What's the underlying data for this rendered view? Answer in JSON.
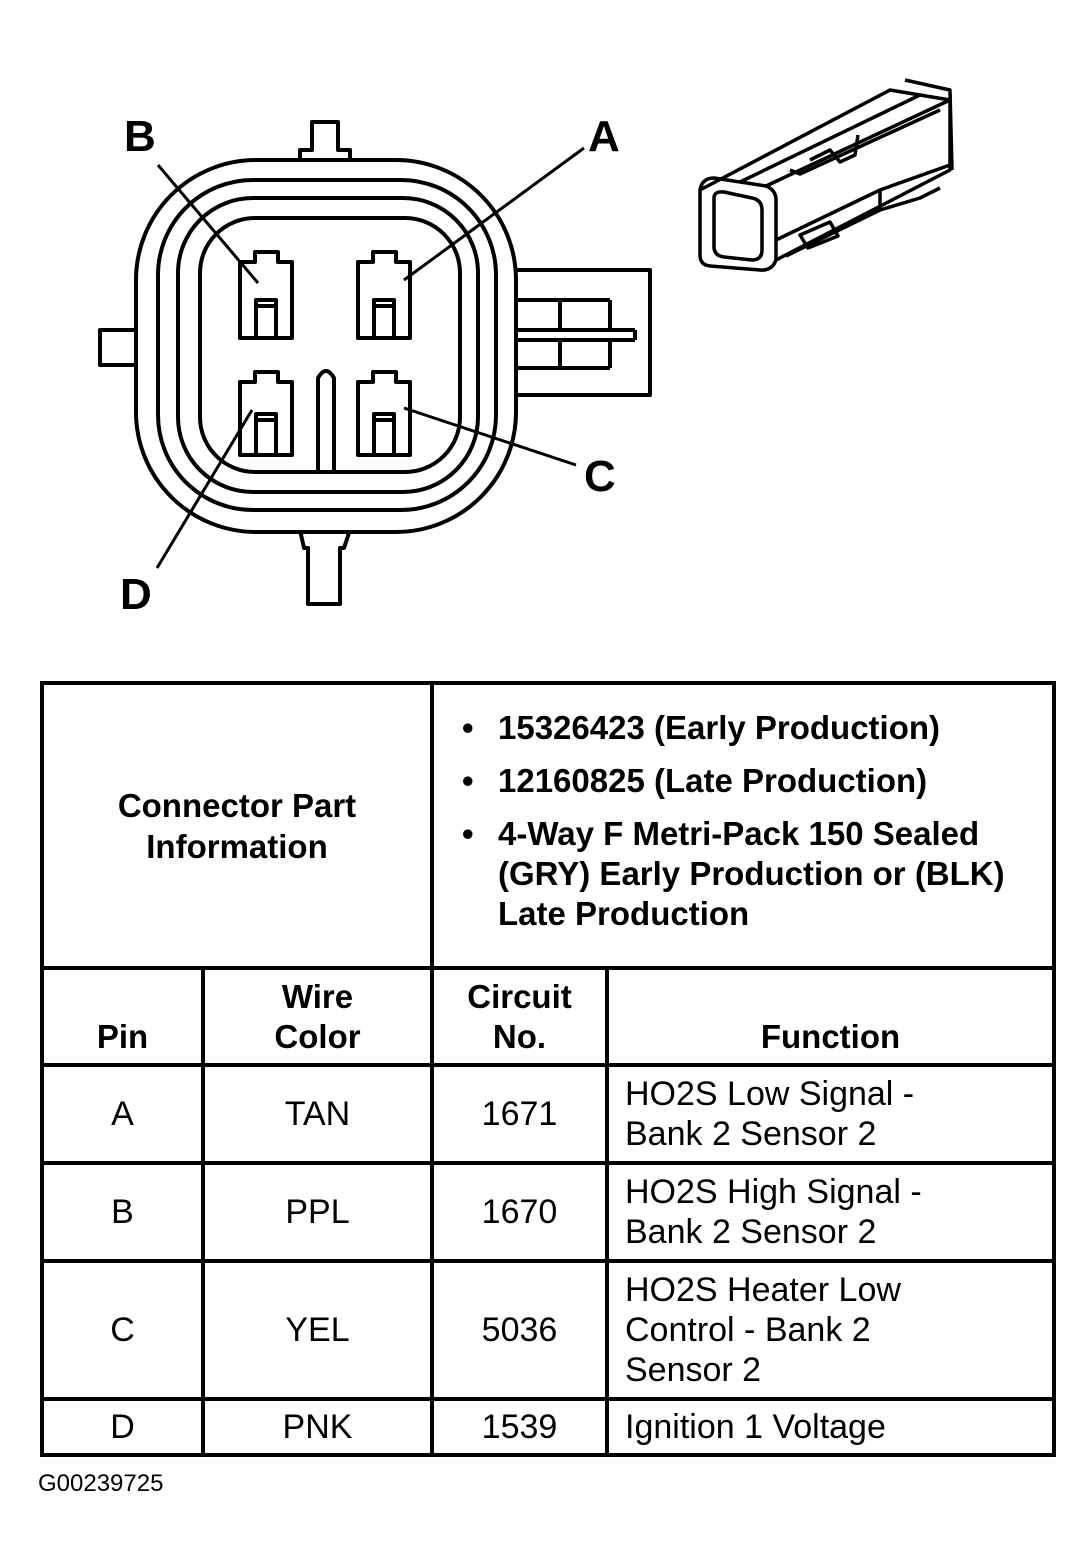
{
  "diagram": {
    "pin_labels": [
      "A",
      "B",
      "C",
      "D"
    ]
  },
  "table": {
    "part_info_label": "Connector Part Information",
    "part_info_items": [
      "15326423 (Early Production)",
      "12160825 (Late Production)",
      "4-Way F Metri-Pack 150 Sealed (GRY) Early Production or (BLK) Late Production"
    ],
    "headers": {
      "pin": "Pin",
      "wire_color": "Wire Color",
      "circuit": "Circuit No.",
      "function": "Function"
    },
    "rows": [
      {
        "pin": "A",
        "wire_color": "TAN",
        "circuit": "1671",
        "function": "HO2S Low Signal - Bank 2 Sensor 2"
      },
      {
        "pin": "B",
        "wire_color": "PPL",
        "circuit": "1670",
        "function": "HO2S High Signal - Bank 2 Sensor 2"
      },
      {
        "pin": "C",
        "wire_color": "YEL",
        "circuit": "5036",
        "function": "HO2S Heater Low Control - Bank 2 Sensor 2"
      },
      {
        "pin": "D",
        "wire_color": "PNK",
        "circuit": "1539",
        "function": "Ignition 1 Voltage"
      }
    ]
  },
  "figure_id": "G00239725"
}
